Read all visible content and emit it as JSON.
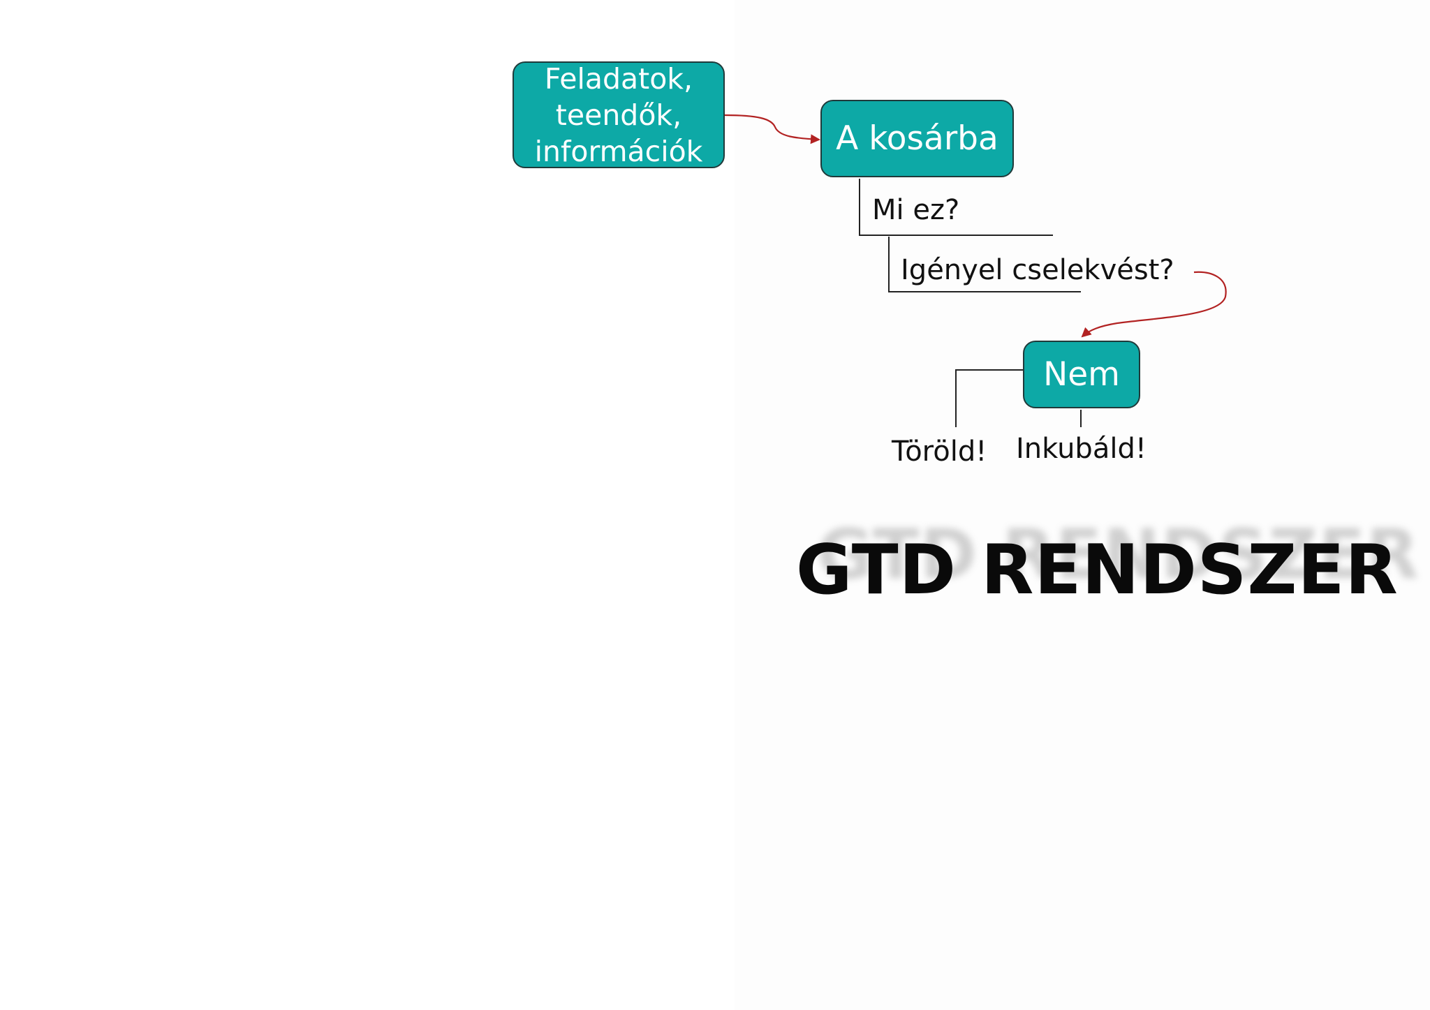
{
  "diagram": {
    "nodes": {
      "tasks": [
        "Feladatok,",
        "teendők,",
        "információk"
      ],
      "inbox": "A kosárba",
      "no": "Nem"
    },
    "questions": {
      "what": "Mi ez?",
      "action": "Igényel cselekvést?"
    },
    "options": {
      "delete": "Töröld!",
      "incubate": "Inkubáld!"
    }
  },
  "title": "GTD RENDSZER",
  "colors": {
    "node_fill": "#0da9a6",
    "node_border": "#1f3a3a",
    "arrow": "#b22222",
    "line": "#222222"
  }
}
